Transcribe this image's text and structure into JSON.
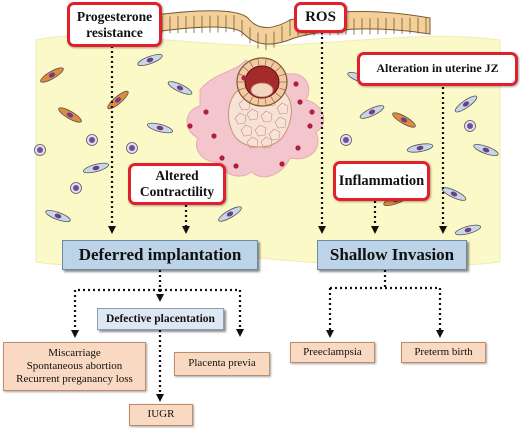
{
  "factors": {
    "progesterone": "Progesterone resistance",
    "ros": "ROS",
    "alteration_jz": "Alteration in uterine JZ",
    "altered_contractility": "Altered Contractility",
    "inflammation": "Inflammation"
  },
  "outcomes": {
    "deferred_implantation": "Deferred implantation",
    "shallow_invasion": "Shallow Invasion",
    "defective_placentation": "Defective placentation"
  },
  "consequences": {
    "miscarriage_lines": [
      "Miscarriage",
      "Spontaneous abortion",
      "Recurrent preganancy loss"
    ],
    "placenta_previa": "Placenta previa",
    "iugr": "IUGR",
    "preeclampsia": "Preeclampsia",
    "preterm_birth": "Preterm birth"
  },
  "colors": {
    "endometrium": "#fcf9c9",
    "factor_border": "#e0212b",
    "outcome_box": "#bcd3e8",
    "consequence_box": "#f9d9c2"
  }
}
